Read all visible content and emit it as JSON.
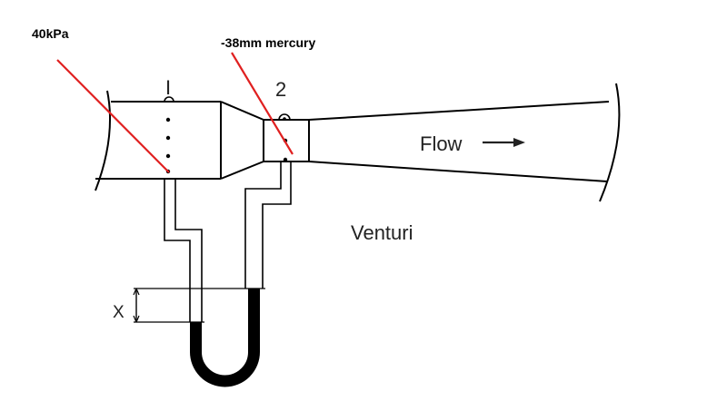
{
  "labels": {
    "pressure_1": "40kPa",
    "pressure_2": "-38mm mercury",
    "section_1": "I",
    "section_2": "2",
    "flow": "Flow",
    "device": "Venturi",
    "height": "X"
  },
  "colors": {
    "line": "#000000",
    "annotation": "#e02020",
    "mercury": "#000000"
  },
  "icons": {
    "flow_direction": "arrow-right-icon"
  }
}
